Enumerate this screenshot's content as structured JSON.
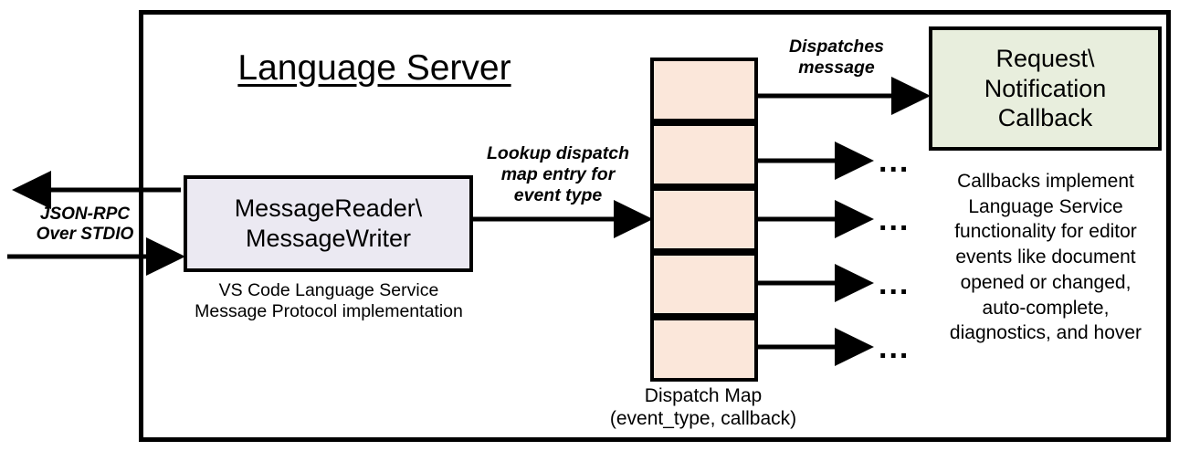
{
  "diagram": {
    "title": "Language Server",
    "outer_frame": {
      "name": "language-server-boundary"
    },
    "external_io": {
      "label": "JSON-RPC\nOver STDIO",
      "inbound_arrow": "arrow-into-message-reader",
      "outbound_arrow": "arrow-out-to-client"
    },
    "message_reader": {
      "label": "MessageReader\\\nMessageWriter",
      "caption": "VS Code Language Service\nMessage Protocol implementation",
      "fill": "#ebe9f2",
      "stroke": "#000000"
    },
    "lookup_edge": {
      "label": "Lookup dispatch\nmap entry for\nevent type"
    },
    "dispatch_map": {
      "caption": "Dispatch Map\n(event_type, callback)",
      "fill": "#fbe7da",
      "stroke": "#000000",
      "row_count": 5,
      "rows": [
        {
          "index": 0,
          "has_dot": true,
          "target": "callback-box"
        },
        {
          "index": 1,
          "has_dot": true,
          "target": "ellipsis"
        },
        {
          "index": 2,
          "has_dot": true,
          "target": "ellipsis"
        },
        {
          "index": 3,
          "has_dot": true,
          "target": "ellipsis"
        },
        {
          "index": 4,
          "has_dot": true,
          "target": "ellipsis"
        }
      ]
    },
    "dispatch_edge": {
      "label": "Dispatches\nmessage"
    },
    "callback": {
      "label": "Request\\\nNotification\nCallback",
      "fill": "#e8eedd",
      "stroke": "#000000",
      "description": "Callbacks implement\nLanguage Service\nfunctionality for editor\nevents like document\nopened or changed,\nauto-complete,\ndiagnostics, and hover"
    },
    "ellipses": [
      {
        "index": 0,
        "text": "..."
      },
      {
        "index": 1,
        "text": "..."
      },
      {
        "index": 2,
        "text": "..."
      },
      {
        "index": 3,
        "text": "..."
      }
    ]
  }
}
